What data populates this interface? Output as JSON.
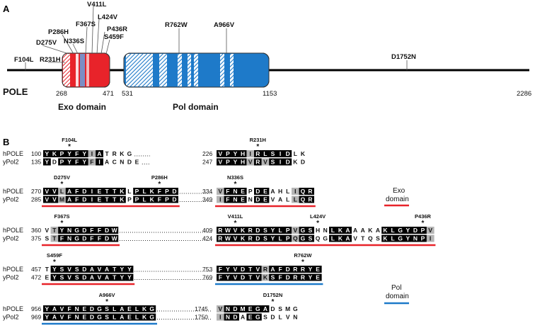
{
  "panelA": {
    "label": "A",
    "protein": "POLE",
    "pos_start": "268",
    "pos_471": "471",
    "pos_531": "531",
    "pos_1153": "1153",
    "pos_end": "2286",
    "exo_label": "Exo domain",
    "pol_label": "Pol domain",
    "mutations": [
      "F104L",
      "R231H",
      "D275V",
      "P286H",
      "N336S",
      "F367S",
      "V411L",
      "L424V",
      "P436R",
      "S459F",
      "R762W",
      "A966V",
      "D1752N"
    ]
  },
  "panelB": {
    "label": "B",
    "colors": {
      "exo": "#e8232a",
      "pol": "#1e7ac9",
      "identical": "#000000",
      "similar": "#b5b5b5"
    },
    "legend": {
      "exo1": "Exo",
      "exo2": "domain",
      "pol1": "Pol",
      "pol2": "domain"
    },
    "blocks": [
      {
        "mut": "F104L",
        "domain": "",
        "rows": [
          {
            "species": "hPOLE",
            "start": "100",
            "seq": "YKPYFYIATRKG",
            "shade": "KKKKKKGKnnnn"
          },
          {
            "species": "yPol2",
            "start": "135",
            "seq": "YDPYFYFIACNDE",
            "shade": "KnKKKKGKnnnn"
          }
        ]
      },
      {
        "mut": "R231H",
        "domain": "",
        "rows": [
          {
            "species": "",
            "start": "226",
            "seq": "VPYHIRLSIDLK",
            "shade": "KKKKGKKKKKnn"
          },
          {
            "species": "",
            "start": "247",
            "seq": "VPYHVRVSIDKD",
            "shade": "KKKKGKGKKKnn"
          }
        ]
      },
      {
        "mut": "D275V",
        "mut2": "P286H",
        "domain": "exo",
        "rows": [
          {
            "species": "hPOLE",
            "start": "270",
            "seq": "VVLAFDIETTKLPLKFPD",
            "shade": "KKGKKKKKKKKnKKKKKK"
          },
          {
            "species": "yPol2",
            "start": "285",
            "seq": "VVMAFDIETTKPPLKFPD",
            "shade": "KKGKKKKKKKKnKKKKKK"
          }
        ]
      },
      {
        "mut": "N336S",
        "domain": "exo",
        "rows": [
          {
            "species": "",
            "start": "334",
            "seq": "VFNEPDEAHLIQR",
            "shade": "GKKKnKKnnnGKK"
          },
          {
            "species": "",
            "start": "349",
            "seq": "IFNENDEVALLQR",
            "shade": "GKKKnKKnnnGKK"
          }
        ]
      },
      {
        "mut": "F367S",
        "domain": "exo",
        "rows": [
          {
            "species": "hPOLE",
            "start": "360",
            "seq": "VTYNGDFFDW",
            "shade": "nGKKKKKKKK"
          },
          {
            "species": "yPol2",
            "start": "375",
            "seq": "STFNGDFFDW",
            "shade": "nGKKKKKKKK"
          }
        ]
      },
      {
        "mut": "V411L",
        "mut2": "L424V",
        "mut3": "P436R",
        "domain": "exo",
        "rows": [
          {
            "species": "",
            "start": "409",
            "seq": "RWVKRDSYLPVGSHNLKAAAKAKLGYDPV",
            "shade": "KKKKKKKKKKGKKnnKKKnnnnKKKKKKG"
          },
          {
            "species": "",
            "start": "424",
            "seq": "RWVKRDSYLPQGSQGLKAVTQSKLGYNPI",
            "shade": "KKKKKKKKKKGKKnnKKKnnnnKKKKKKG"
          }
        ]
      },
      {
        "mut": "S459F",
        "domain": "exo",
        "rows": [
          {
            "species": "hPOLE",
            "start": "457",
            "seq": "TYSVSDAVATYY",
            "shade": "nKKKKKKKKKKK"
          },
          {
            "species": "yPol2",
            "start": "472",
            "seq": "EYSVSDAVATYY",
            "shade": "nKKKKKKKKKKK"
          }
        ]
      },
      {
        "mut": "R762W",
        "domain": "pol",
        "rows": [
          {
            "species": "",
            "start": "753",
            "seq": "FYVDTVRAFDRRYE",
            "shade": "KKKKKKGKKKKKKK"
          },
          {
            "species": "",
            "start": "769",
            "seq": "FYVDTVKSFDRRYE",
            "shade": "KKKKKKGKKKKKKK"
          }
        ]
      },
      {
        "mut": "A966V",
        "domain": "pol",
        "rows": [
          {
            "species": "hPOLE",
            "start": "956",
            "seq": "YAVFNEDGSLAELKG",
            "shade": "KKKKKKKKKKKKKKK"
          },
          {
            "species": "yPol2",
            "start": "969",
            "seq": "YAVFNEDGSLAELKG",
            "shade": "KKKKKKKKKKKKKKK"
          }
        ]
      },
      {
        "mut": "D1752N",
        "domain": "",
        "rows": [
          {
            "species": "",
            "start": "1745",
            "seq": "VNDMEGADSMG",
            "shade": "GKKKKKKnnnn"
          },
          {
            "species": "",
            "start": "1750",
            "seq": "INDAEGSDLVN",
            "shade": "GKKnKKnnnnn"
          }
        ]
      }
    ]
  }
}
